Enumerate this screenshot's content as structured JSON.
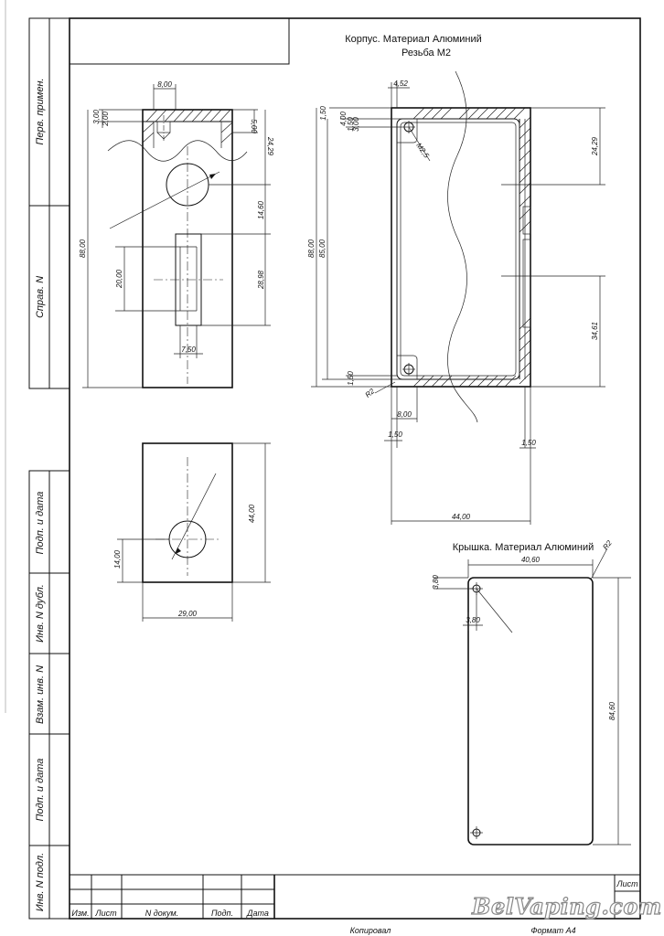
{
  "titles": {
    "body_title": "Корпус.  Материал Алюминий",
    "body_thread": "Резьба М2",
    "lid_title": "Крышка. Материал Алюминий"
  },
  "side_stamps": [
    "Перв. примен.",
    "Справ. N",
    "Подп. и дата",
    "Инв. N дубл.",
    "Взам. инв. N",
    "Подп. и дата",
    "Инв. N подл."
  ],
  "title_block": {
    "izm": "Изм.",
    "list": "Лист",
    "ndokum": "N докум.",
    "podp": "Подп.",
    "data": "Дата",
    "list_right": "Лист",
    "copied": "Копировал",
    "format": "Формат А4"
  },
  "watermark": "BelVaping.com",
  "dims": {
    "a8_00": "8,00",
    "a3_00": "3,00",
    "a2_00": "2,00",
    "a5_00": "5,00",
    "a24_29": "24,29",
    "a14_60": "14,60",
    "a88_00": "88,00",
    "a20_00": "20,00",
    "a28_98": "28,98",
    "a7_50": "7,50",
    "a44_00": "44,00",
    "a14_00": "14,00",
    "a29_00": "29,00",
    "b4_52": "4,52",
    "b1_50a": "1,50",
    "b4_00": "4,00",
    "b1_50b": "1,50",
    "b3_00": "3,00",
    "bM2_5": "M2,5",
    "b88_00": "88,00",
    "b85_00": "85,00",
    "b24_29": "24,29",
    "b34_61": "34,61",
    "b1_50c": "1,50",
    "bR2": "R2",
    "b8_00": "8,00",
    "b1_50d": "1,50",
    "b1_50e": "1,50",
    "b44_00": "44,00",
    "c40_60": "40,60",
    "cR2": "R2",
    "c3_80a": "3,80",
    "c3_80b": "3,80",
    "c84_60": "84,60"
  }
}
